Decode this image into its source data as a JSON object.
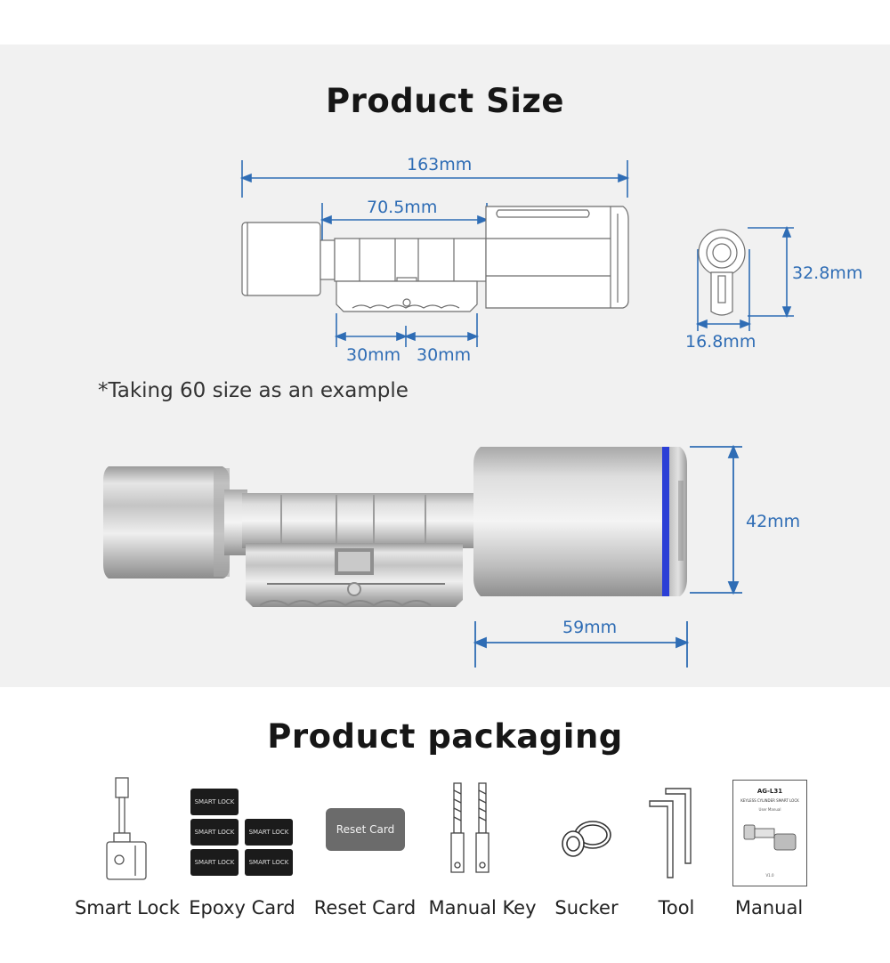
{
  "size_section": {
    "title": "Product Size",
    "note": "*Taking 60 size as an example",
    "dimensions": {
      "total_length": "163mm",
      "body_length": "70.5mm",
      "left_half": "30mm",
      "right_half": "30mm",
      "height_profile": "32.8mm",
      "width_profile": "16.8mm",
      "knob_diameter": "42mm",
      "knob_length": "59mm"
    }
  },
  "packaging_section": {
    "title": "Product packaging",
    "items": [
      {
        "label": "Smart Lock",
        "icon": "smart-lock-icon"
      },
      {
        "label": "Epoxy Card",
        "icon": "epoxy-card-icon"
      },
      {
        "label": "Reset Card",
        "icon": "reset-card-icon"
      },
      {
        "label": "Manual Key",
        "icon": "manual-key-icon"
      },
      {
        "label": "Sucker",
        "icon": "sucker-icon"
      },
      {
        "label": "Tool",
        "icon": "tool-icon"
      },
      {
        "label": "Manual",
        "icon": "manual-icon"
      }
    ],
    "card_text": "SMART LOCK",
    "reset_card_text": "Reset Card",
    "manual_cover": {
      "model": "AG-L31",
      "subtitle": "KEYLESS CYLINDER SMART LOCK",
      "heading": "User Manual",
      "footer": "V1.0"
    }
  },
  "colors": {
    "dimension_blue": "#2f6db5",
    "panel_bg": "#f1f1f1",
    "led_blue": "#2b3fd6"
  }
}
